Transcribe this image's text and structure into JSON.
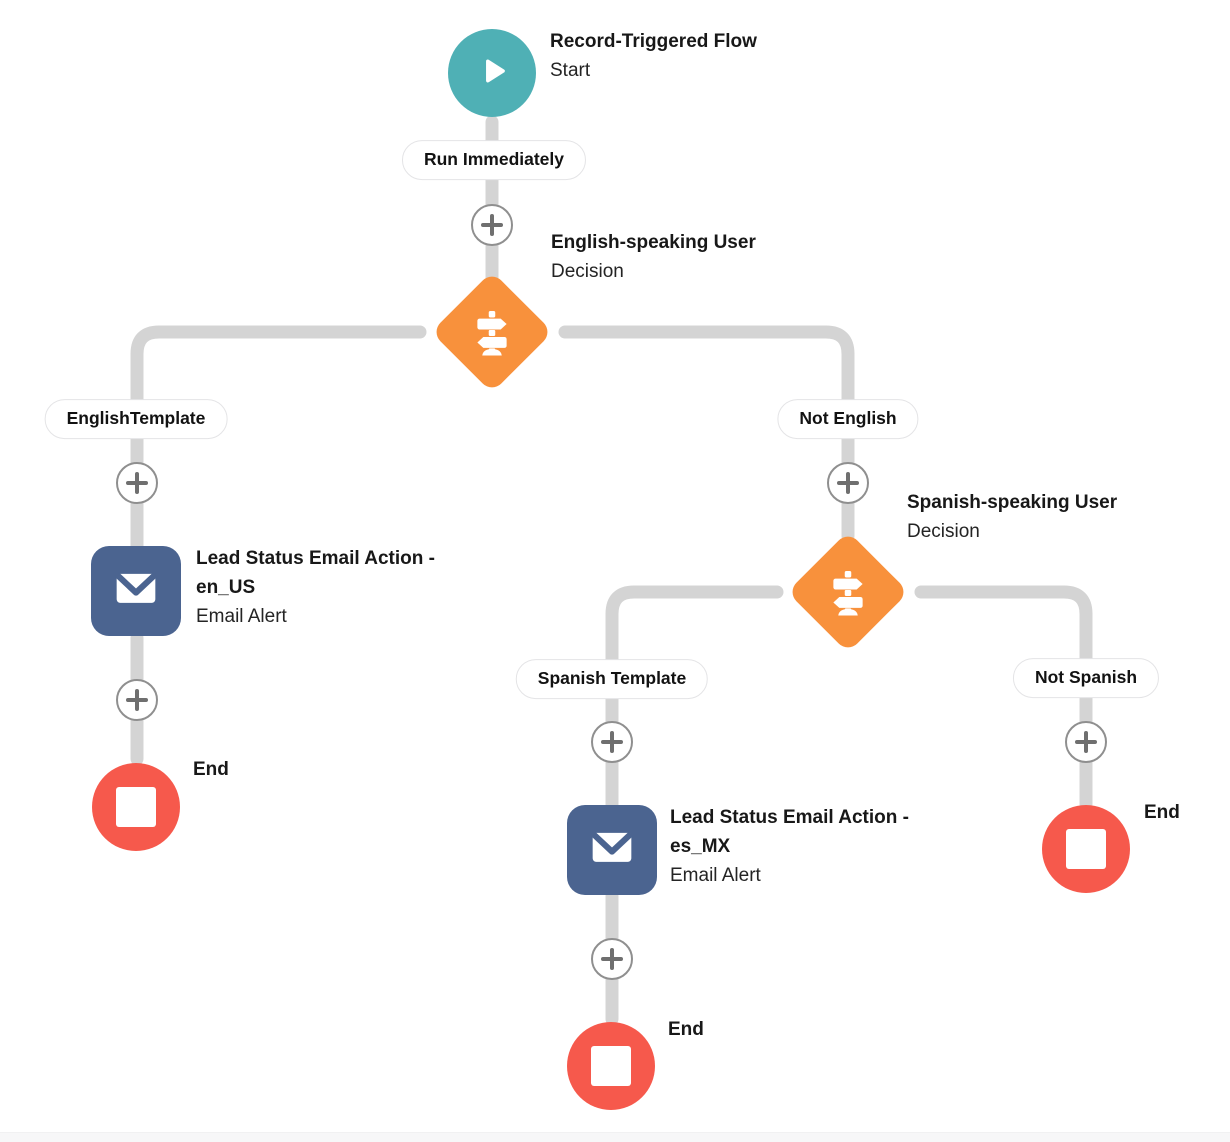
{
  "app": "Flow Builder Canvas",
  "colors": {
    "start": "#4FB0B5",
    "decision": "#F8913C",
    "action": "#4B6490",
    "end": "#F6594C",
    "connector": "#D4D4D4"
  },
  "icons": {
    "start": "play-icon",
    "decision": "signpost-icon",
    "email_alert": "envelope-icon",
    "end": "stop-icon",
    "add_element": "plus-icon"
  },
  "connector_labels": {
    "run_immediately": "Run Immediately",
    "english_template": "EnglishTemplate",
    "not_english": "Not English",
    "spanish_template": "Spanish Template",
    "not_spanish": "Not Spanish"
  },
  "nodes": {
    "start": {
      "title_lines": [
        "Record-Triggered Flow"
      ],
      "type_label": "Start"
    },
    "decision_english": {
      "title_lines": [
        "English-speaking User"
      ],
      "type_label": "Decision"
    },
    "action_en_us": {
      "title_lines": [
        "Lead Status Email Action -",
        "en_US"
      ],
      "type_label": "Email Alert"
    },
    "end_english_branch": {
      "label": "End"
    },
    "decision_spanish": {
      "title_lines": [
        "Spanish-speaking User"
      ],
      "type_label": "Decision"
    },
    "action_es_mx": {
      "title_lines": [
        "Lead Status Email Action -",
        "es_MX"
      ],
      "type_label": "Email Alert"
    },
    "end_spanish_branch": {
      "label": "End"
    },
    "end_not_spanish_branch": {
      "label": "End"
    }
  }
}
